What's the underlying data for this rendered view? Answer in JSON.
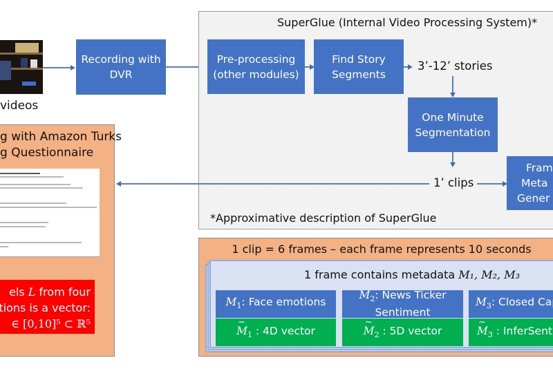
{
  "input": {
    "thumbnail_icon": "video-thumbnail",
    "caption": "videos"
  },
  "recording": {
    "label_line1": "Recording with",
    "label_line2": "DVR"
  },
  "superglue": {
    "title": "SuperGlue (Internal Video Processing System)*",
    "preprocessing": {
      "line1": "Pre-processing",
      "line2": "(other modules)"
    },
    "find_story": {
      "line1": "Find Story",
      "line2": "Segments"
    },
    "stories_label": "3’-12’ stories",
    "one_minute": {
      "line1": "One Minute",
      "line2": "Segmentation"
    },
    "clips_label": "1’ clips",
    "frame_meta": {
      "line1": "Fram",
      "line2": "Meta",
      "line3": "Gener"
    },
    "footnote": "*Approximative description of SuperGlue"
  },
  "labeling": {
    "title_line1": "g with Amazon Turks",
    "title_line2": "g Questionnaire",
    "red_box": {
      "line1_pre": "els ",
      "line1_var": "L",
      "line1_post": " from four",
      "line2": "tions is a vector:",
      "line3": "∈ [0,10]⁵ ⊂ ℝ⁵"
    }
  },
  "clip_panel": {
    "title": "1 clip = 6 frames – each frame represents 10 seconds",
    "frame_title_text": "1 frame contains metadata ",
    "frame_title_math": "M₁, M₂, M₃",
    "metadata": [
      {
        "var": "M",
        "sub": "1",
        "label": ": Face emotions",
        "vector_label": " : 4D vector"
      },
      {
        "var": "M",
        "sub": "2",
        "label": ": News Ticker",
        "label2": "Sentiment",
        "vector_label": " : 5D vector"
      },
      {
        "var": "M",
        "sub": "3",
        "label": ": Closed Cap",
        "vector_label": " : InferSent"
      }
    ]
  },
  "colors": {
    "process_blue": "#4472c4",
    "vector_green": "#00b050",
    "panel_orange": "#f4b183",
    "alert_red": "#ff0000",
    "system_gray": "#f2f2f2"
  }
}
